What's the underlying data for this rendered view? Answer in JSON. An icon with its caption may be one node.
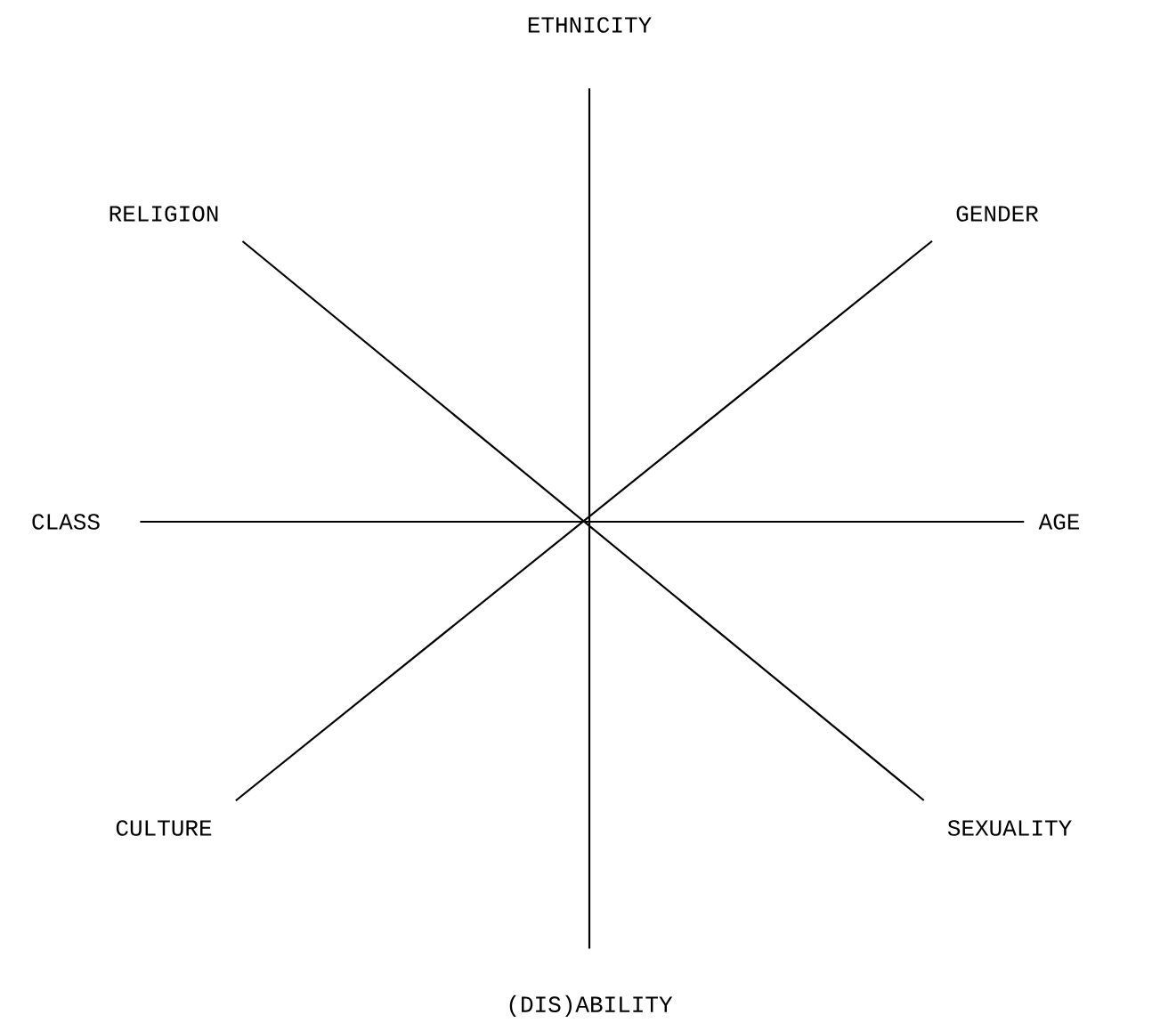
{
  "diagram": {
    "nodes": [
      {
        "text": [
          "ETHNICITY"
        ]
      },
      {
        "text": [
          "RELIGION"
        ]
      },
      {
        "text": [
          "GENDER"
        ]
      },
      {
        "text": [
          "CLASS"
        ]
      },
      {
        "text": [
          "AGE"
        ]
      },
      {
        "text": [
          "CULTURE"
        ]
      },
      {
        "text": [
          "SEXUALITY"
        ]
      },
      {
        "text": [
          "(DIS)ABILITY"
        ]
      }
    ],
    "edges": [
      {
        "from": 0,
        "to": 7,
        "arrow": "none"
      },
      {
        "from": 1,
        "to": 6,
        "arrow": "none"
      },
      {
        "from": 2,
        "to": 5,
        "arrow": "none"
      },
      {
        "from": 3,
        "to": 4,
        "arrow": "none"
      }
    ]
  }
}
